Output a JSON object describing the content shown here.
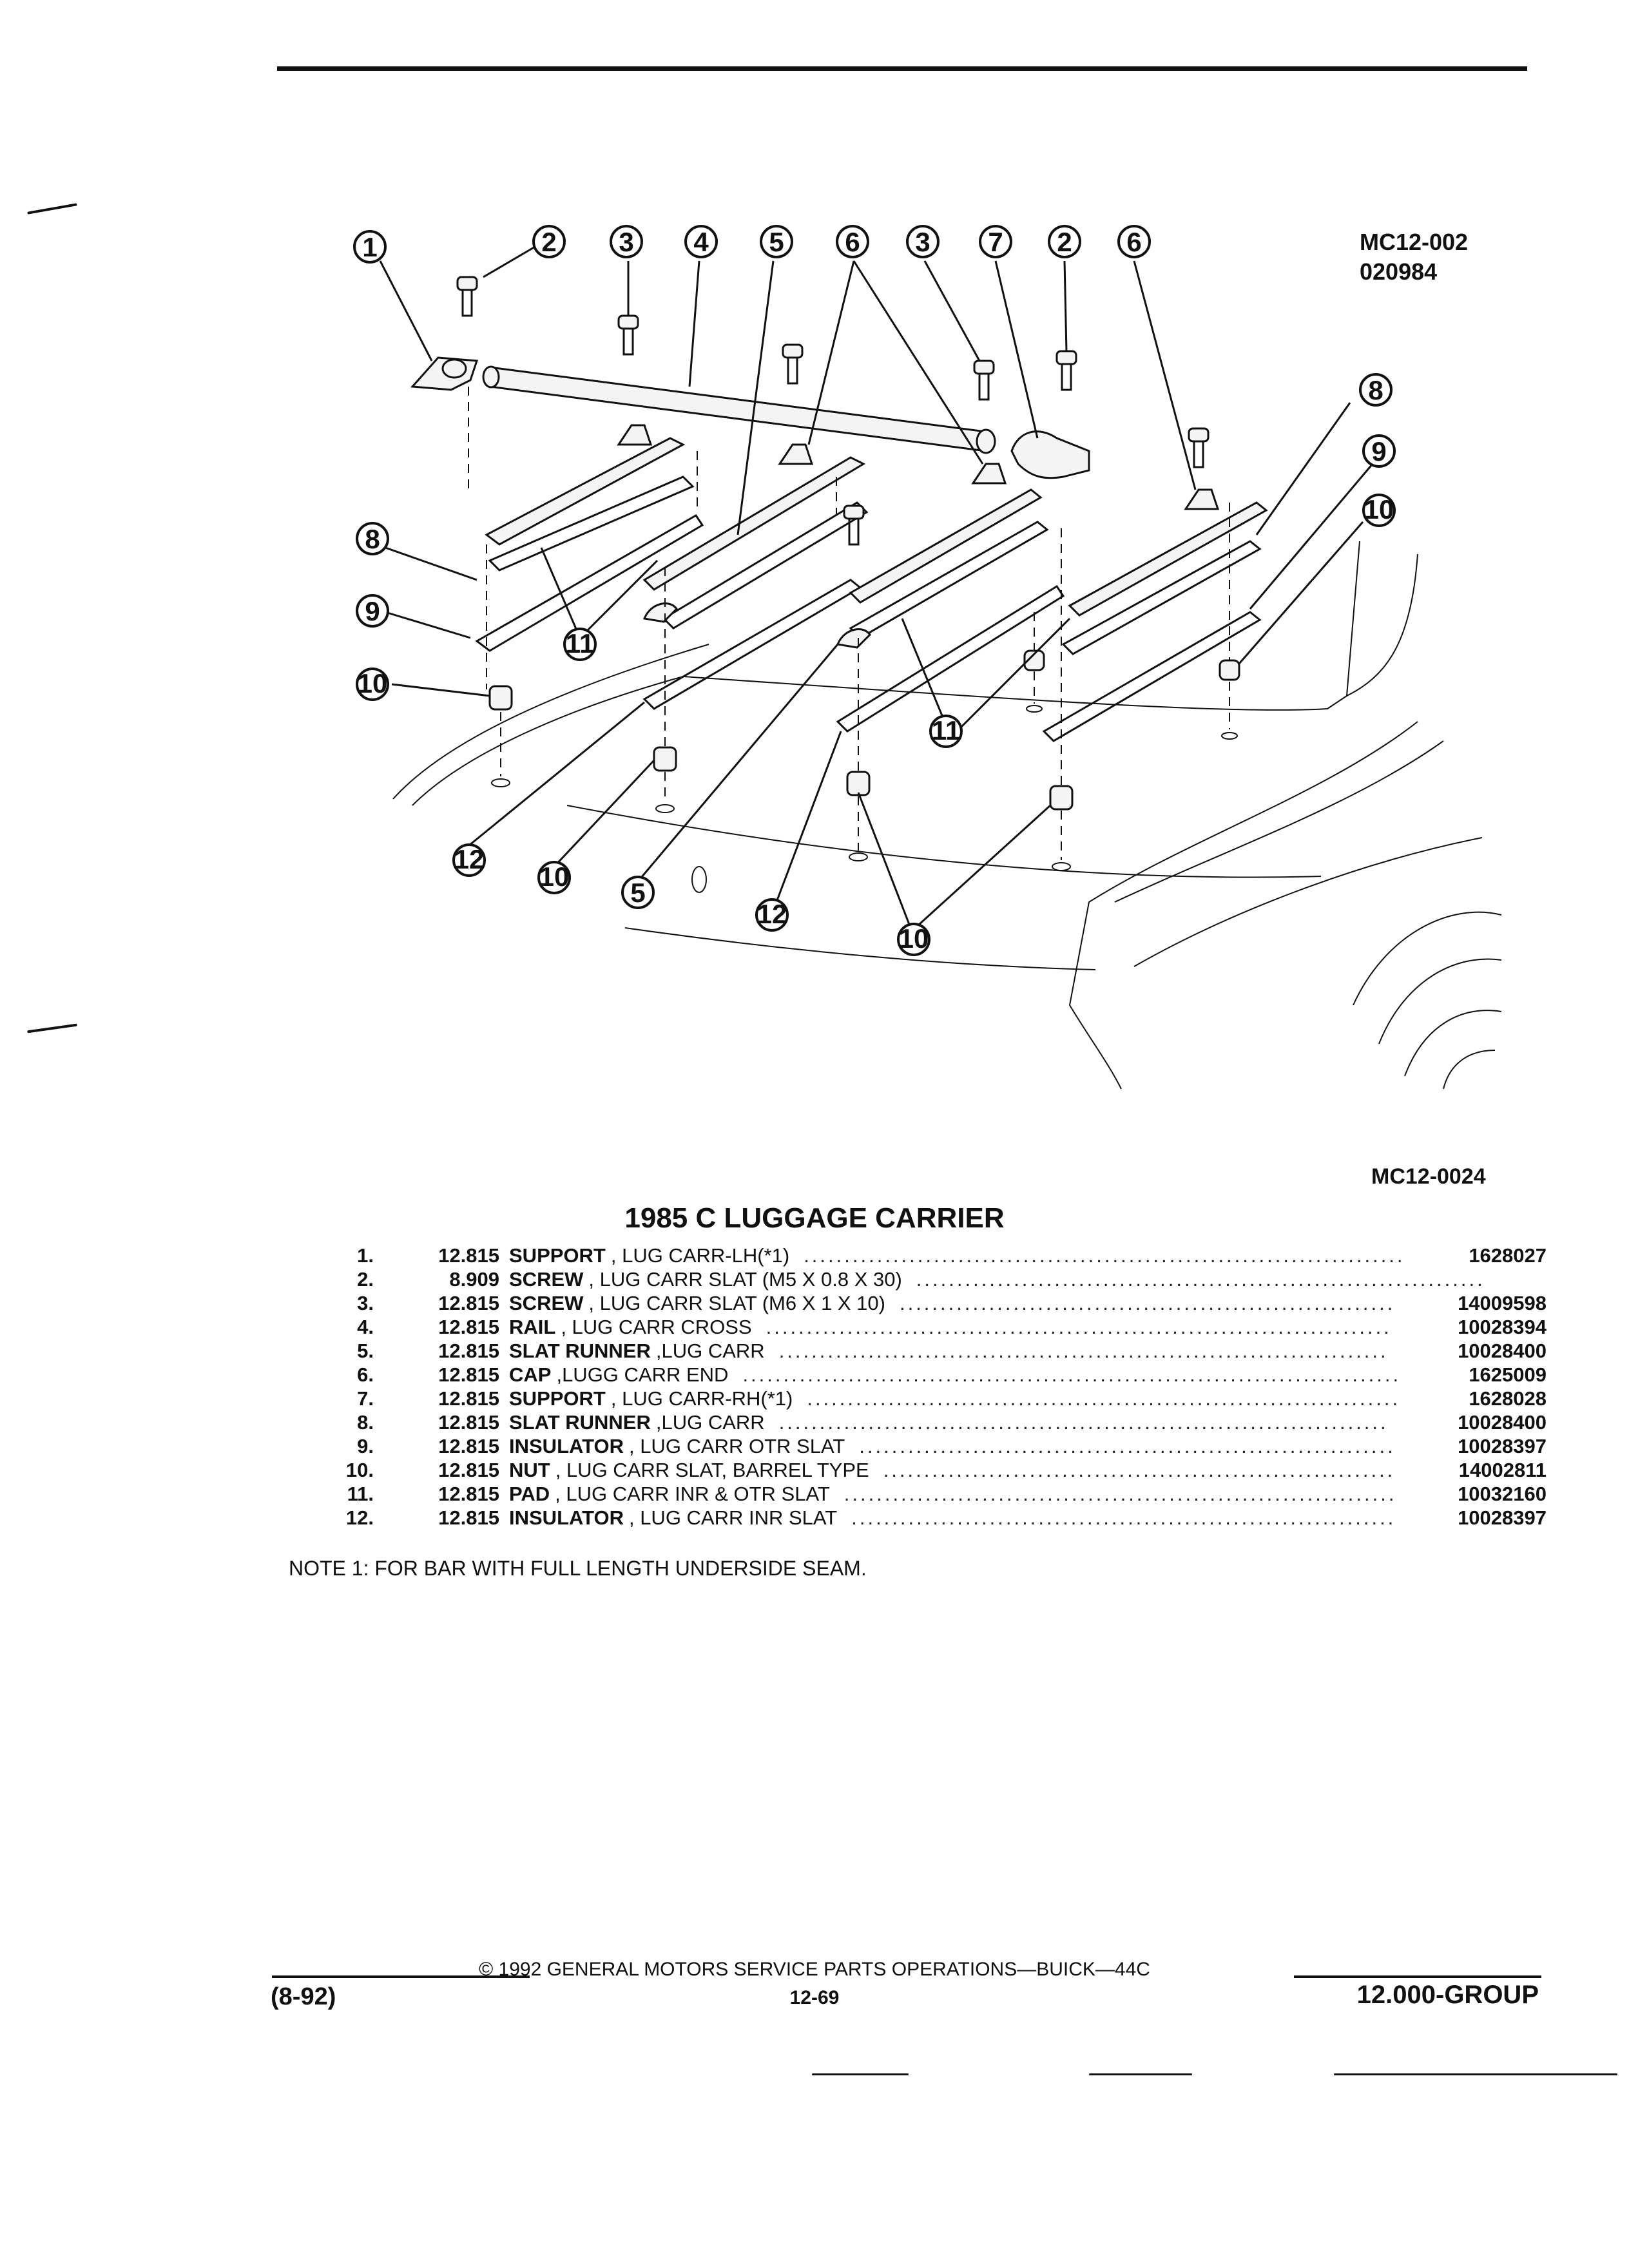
{
  "figure": {
    "ref_code": "MC12-002",
    "ref_date": "020984",
    "figure_code": "MC12-0024",
    "callouts": [
      "1",
      "2",
      "3",
      "4",
      "5",
      "6",
      "3",
      "7",
      "2",
      "6",
      "8",
      "9",
      "10",
      "8",
      "9",
      "10",
      "11",
      "11",
      "11",
      "12",
      "10",
      "5",
      "12",
      "10"
    ]
  },
  "title": "1985 C LUGGAGE CARRIER",
  "parts": [
    {
      "num": "1.",
      "group": "12.815",
      "name": "SUPPORT",
      "desc": ", LUG CARR-LH(*1)",
      "part_no": "1628027"
    },
    {
      "num": "2.",
      "group": "8.909",
      "name": "SCREW",
      "desc": ", LUG CARR SLAT (M5 X 0.8 X 30)",
      "part_no": ""
    },
    {
      "num": "3.",
      "group": "12.815",
      "name": "SCREW",
      "desc": ", LUG CARR SLAT (M6 X 1 X 10)",
      "part_no": "14009598"
    },
    {
      "num": "4.",
      "group": "12.815",
      "name": "RAIL",
      "desc": ", LUG CARR CROSS",
      "part_no": "10028394"
    },
    {
      "num": "5.",
      "group": "12.815",
      "name": "SLAT RUNNER",
      "desc": ",LUG CARR",
      "part_no": "10028400"
    },
    {
      "num": "6.",
      "group": "12.815",
      "name": "CAP",
      "desc": ",LUGG CARR END",
      "part_no": "1625009"
    },
    {
      "num": "7.",
      "group": "12.815",
      "name": "SUPPORT",
      "desc": ", LUG CARR-RH(*1)",
      "part_no": "1628028"
    },
    {
      "num": "8.",
      "group": "12.815",
      "name": "SLAT RUNNER",
      "desc": ",LUG CARR",
      "part_no": "10028400"
    },
    {
      "num": "9.",
      "group": "12.815",
      "name": "INSULATOR",
      "desc": ", LUG CARR OTR SLAT",
      "part_no": "10028397"
    },
    {
      "num": "10.",
      "group": "12.815",
      "name": "NUT",
      "desc": ", LUG CARR SLAT, BARREL TYPE",
      "part_no": "14002811"
    },
    {
      "num": "11.",
      "group": "12.815",
      "name": "PAD",
      "desc": ", LUG CARR INR & OTR SLAT",
      "part_no": "10032160"
    },
    {
      "num": "12.",
      "group": "12.815",
      "name": "INSULATOR",
      "desc": ", LUG CARR INR SLAT",
      "part_no": "10028397"
    }
  ],
  "note": "NOTE  1:  FOR BAR WITH FULL LENGTH UNDERSIDE SEAM.",
  "footer": {
    "copyright": "©  1992  GENERAL MOTORS SERVICE PARTS OPERATIONS—BUICK—44C",
    "page": "12-69",
    "date": "(8-92)",
    "group": "12.000-GROUP"
  }
}
